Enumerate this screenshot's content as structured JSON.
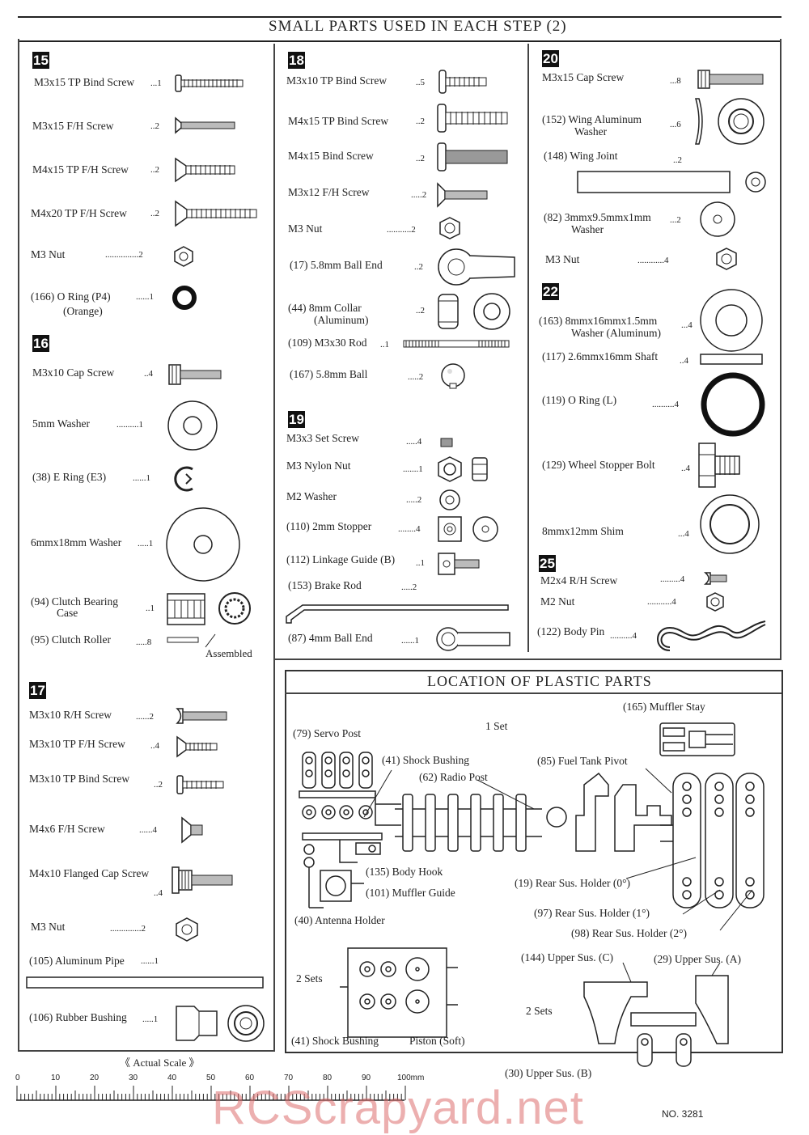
{
  "header": {
    "title": "SMALL PARTS USED IN EACH STEP (2)"
  },
  "steps": {
    "s15": {
      "num": "15",
      "items": [
        {
          "label": "M3x15 TP Bind Screw",
          "qty": "...1"
        },
        {
          "label": "M3x15 F/H Screw",
          "qty": "..2"
        },
        {
          "label": "M4x15 TP F/H Screw",
          "qty": "..2"
        },
        {
          "label": "M4x20 TP F/H Screw",
          "qty": "..2"
        },
        {
          "label": "M3 Nut",
          "qty": "...............2"
        },
        {
          "label": "(166) O Ring (P4)",
          "qty": "......1"
        },
        {
          "label": "(Orange)",
          "qty": ""
        }
      ]
    },
    "s16": {
      "num": "16",
      "items": [
        {
          "label": "M3x10 Cap Screw",
          "qty": "..4"
        },
        {
          "label": "5mm Washer",
          "qty": "..........1"
        },
        {
          "label": "(38) E Ring (E3)",
          "qty": "......1"
        },
        {
          "label": "6mmx18mm Washer",
          "qty": ".....1"
        },
        {
          "label": "(94) Clutch Bearing",
          "qty": "..1"
        },
        {
          "label": "Case",
          "qty": ""
        },
        {
          "label": "(95) Clutch Roller",
          "qty": ".....8"
        },
        {
          "label": "Assembled",
          "qty": ""
        }
      ]
    },
    "s17": {
      "num": "17",
      "items": [
        {
          "label": "M3x10 R/H Screw",
          "qty": "......2"
        },
        {
          "label": "M3x10 TP F/H Screw",
          "qty": "..4"
        },
        {
          "label": "M3x10 TP Bind Screw",
          "qty": "..2"
        },
        {
          "label": "M4x6 F/H Screw",
          "qty": "......4"
        },
        {
          "label": "M4x10 Flanged Cap Screw",
          "qty": "..4"
        },
        {
          "label": "M3 Nut",
          "qty": "..............2"
        },
        {
          "label": "(105) Aluminum Pipe",
          "qty": "......1"
        },
        {
          "label": "(106) Rubber Bushing",
          "qty": ".....1"
        }
      ]
    },
    "s18": {
      "num": "18",
      "items": [
        {
          "label": "M3x10 TP Bind Screw",
          "qty": "..5"
        },
        {
          "label": "M4x15 TP Bind Screw",
          "qty": "..2"
        },
        {
          "label": "M4x15 Bind Screw",
          "qty": "..2"
        },
        {
          "label": "M3x12 F/H Screw",
          "qty": ".....2"
        },
        {
          "label": "M3 Nut",
          "qty": "...........2"
        },
        {
          "label": "(17) 5.8mm Ball End",
          "qty": "..2"
        },
        {
          "label": "(44) 8mm Collar",
          "qty": "..2"
        },
        {
          "label": "(Aluminum)",
          "qty": ""
        },
        {
          "label": "(109) M3x30 Rod",
          "qty": "..1"
        },
        {
          "label": "(167) 5.8mm Ball",
          "qty": ".....2"
        }
      ]
    },
    "s19": {
      "num": "19",
      "items": [
        {
          "label": "M3x3 Set Screw",
          "qty": ".....4"
        },
        {
          "label": "M3 Nylon Nut",
          "qty": ".......1"
        },
        {
          "label": "M2 Washer",
          "qty": ".....2"
        },
        {
          "label": "(110) 2mm Stopper",
          "qty": "........4"
        },
        {
          "label": "(112) Linkage Guide (B)",
          "qty": "..1"
        },
        {
          "label": "(153) Brake Rod",
          "qty": ".....2"
        },
        {
          "label": "(87) 4mm Ball End",
          "qty": "......1"
        }
      ]
    },
    "s20": {
      "num": "20",
      "items": [
        {
          "label": "M3x15 Cap Screw",
          "qty": "...8"
        },
        {
          "label": "(152) Wing Aluminum",
          "qty": "...6"
        },
        {
          "label": "Washer",
          "qty": ""
        },
        {
          "label": "(148) Wing Joint",
          "qty": "..2"
        },
        {
          "label": "(82) 3mmx9.5mmx1mm",
          "qty": "...2"
        },
        {
          "label": "Washer",
          "qty": ""
        },
        {
          "label": "M3 Nut",
          "qty": "............4"
        }
      ]
    },
    "s22": {
      "num": "22",
      "items": [
        {
          "label": "(163) 8mmx16mmx1.5mm",
          "qty": "...4"
        },
        {
          "label": "Washer (Aluminum)",
          "qty": ""
        },
        {
          "label": "(117) 2.6mmx16mm Shaft",
          "qty": "..4"
        },
        {
          "label": "(119) O Ring (L)",
          "qty": "..........4"
        },
        {
          "label": "(129) Wheel Stopper Bolt",
          "qty": "..4"
        },
        {
          "label": "8mmx12mm Shim",
          "qty": "...4"
        }
      ]
    },
    "s25": {
      "num": "25",
      "items": [
        {
          "label": "M2x4 R/H Screw",
          "qty": ".........4"
        },
        {
          "label": "M2 Nut",
          "qty": "...........4"
        },
        {
          "label": "(122) Body Pin",
          "qty": "..........4"
        }
      ]
    }
  },
  "plastic": {
    "title": "LOCATION OF PLASTIC PARTS",
    "labels": {
      "one_set": "1 Set",
      "two_sets_a": "2 Sets",
      "two_sets_b": "2 Sets",
      "p165": "(165) Muffler Stay",
      "p79": "(79) Servo Post",
      "p41a": "(41) Shock Bushing",
      "p62": "(62) Radio Post",
      "p85": "(85) Fuel Tank Pivot",
      "p135": "(135) Body Hook",
      "p101": "(101) Muffler Guide",
      "p40": "(40) Antenna Holder",
      "p19": "(19) Rear Sus. Holder (0°)",
      "p97": "(97) Rear Sus. Holder (1°)",
      "p98": "(98) Rear Sus. Holder (2°)",
      "p144": "(144) Upper Sus. (C)",
      "p29": "(29) Upper Sus. (A)",
      "p41b": "(41) Shock Bushing",
      "piston": "Piston (Soft)",
      "p30": "(30) Upper Sus. (B)"
    }
  },
  "scale": {
    "label": "《 Actual Scale 》",
    "ticks": [
      "0",
      "10",
      "20",
      "30",
      "40",
      "50",
      "60",
      "70",
      "80",
      "90",
      "100mm"
    ]
  },
  "footer": {
    "watermark": "RCScrapyard.net",
    "doc_no": "NO. 3281"
  }
}
